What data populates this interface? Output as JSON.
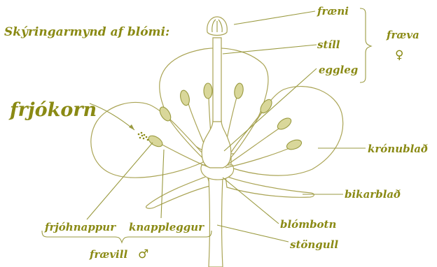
{
  "title": "Skýringarmynd af blómi:",
  "labels": {
    "fraeni": "fræni",
    "still": "stíll",
    "eggleg": "eggleg",
    "fraeva": "fræva",
    "fraeva_symbol": "♀",
    "frjokorn": "frjókorn",
    "kronublad": "krónublað",
    "bikarblad": "bikarblað",
    "blombotn": "blómbotn",
    "stongull": "stöngull",
    "frjohnappur": "frjóhnappur",
    "knappleggur": "knappleggur",
    "fraevill": "frævill",
    "fraevill_symbol": "♂"
  },
  "colors": {
    "label": "#8a8a14",
    "line": "#9a9a40",
    "anther_fill": "#d9d79a"
  }
}
